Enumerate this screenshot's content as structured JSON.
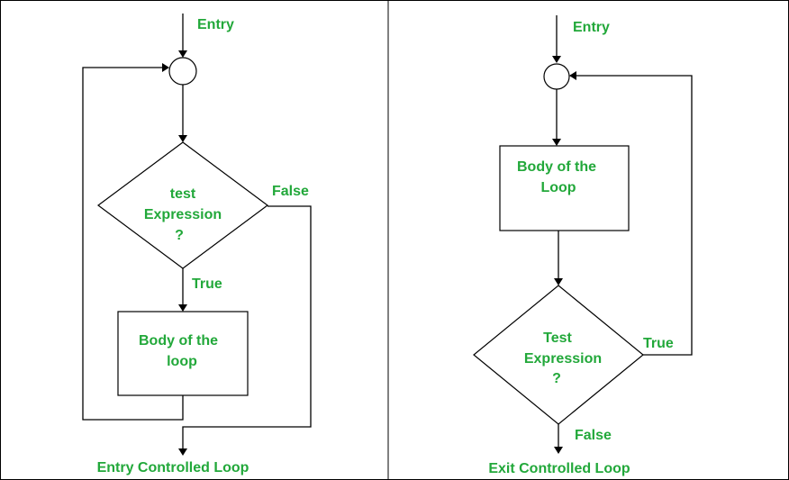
{
  "colors": {
    "label": "#22a83a",
    "line": "#000000",
    "background": "#ffffff"
  },
  "entry_loop": {
    "entry_label": "Entry",
    "test_line1": "test",
    "test_line2": "Expression",
    "test_line3": "?",
    "false_label": "False",
    "true_label": "True",
    "body_line1": "Body of the",
    "body_line2": "loop",
    "caption": "Entry Controlled Loop"
  },
  "exit_loop": {
    "entry_label": "Entry",
    "body_line1": "Body of the",
    "body_line2": "Loop",
    "test_line1": "Test",
    "test_line2": "Expression",
    "test_line3": "?",
    "true_label": "True",
    "false_label": "False",
    "caption": "Exit Controlled Loop"
  }
}
